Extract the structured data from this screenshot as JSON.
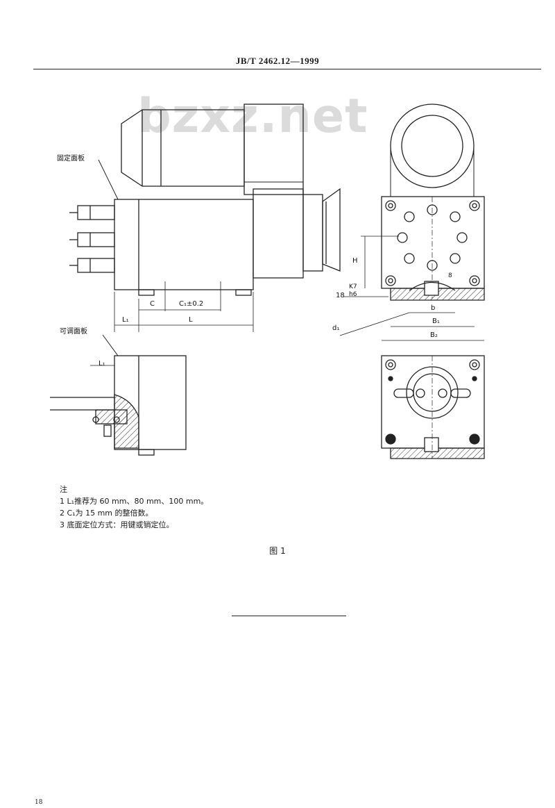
{
  "header": {
    "standard_code": "JB/T 2462.12—1999"
  },
  "watermark": {
    "text": "bzxz.net"
  },
  "drawing": {
    "labels": {
      "fixed_panel": "固定面板",
      "adjustable_panel": "可调面板",
      "L1_top": "L₁",
      "C": "C",
      "C1_tol": "C₁±0.2",
      "L": "L",
      "L1_bottom": "L₁",
      "H": "H",
      "eighteen": "18",
      "K7": "K7",
      "h6": "h6",
      "b": "b",
      "B1": "B₁",
      "B2": "B₂",
      "d1": "d₁",
      "eight": "8"
    }
  },
  "notes": {
    "title": "注",
    "items": [
      "1  L₁推荐为 60 mm、80 mm、100 mm。",
      "2  C₁为 15 mm 的整倍数。",
      "3  底面定位方式：用键或销定位。"
    ]
  },
  "caption": "图 1",
  "page_number": "18"
}
